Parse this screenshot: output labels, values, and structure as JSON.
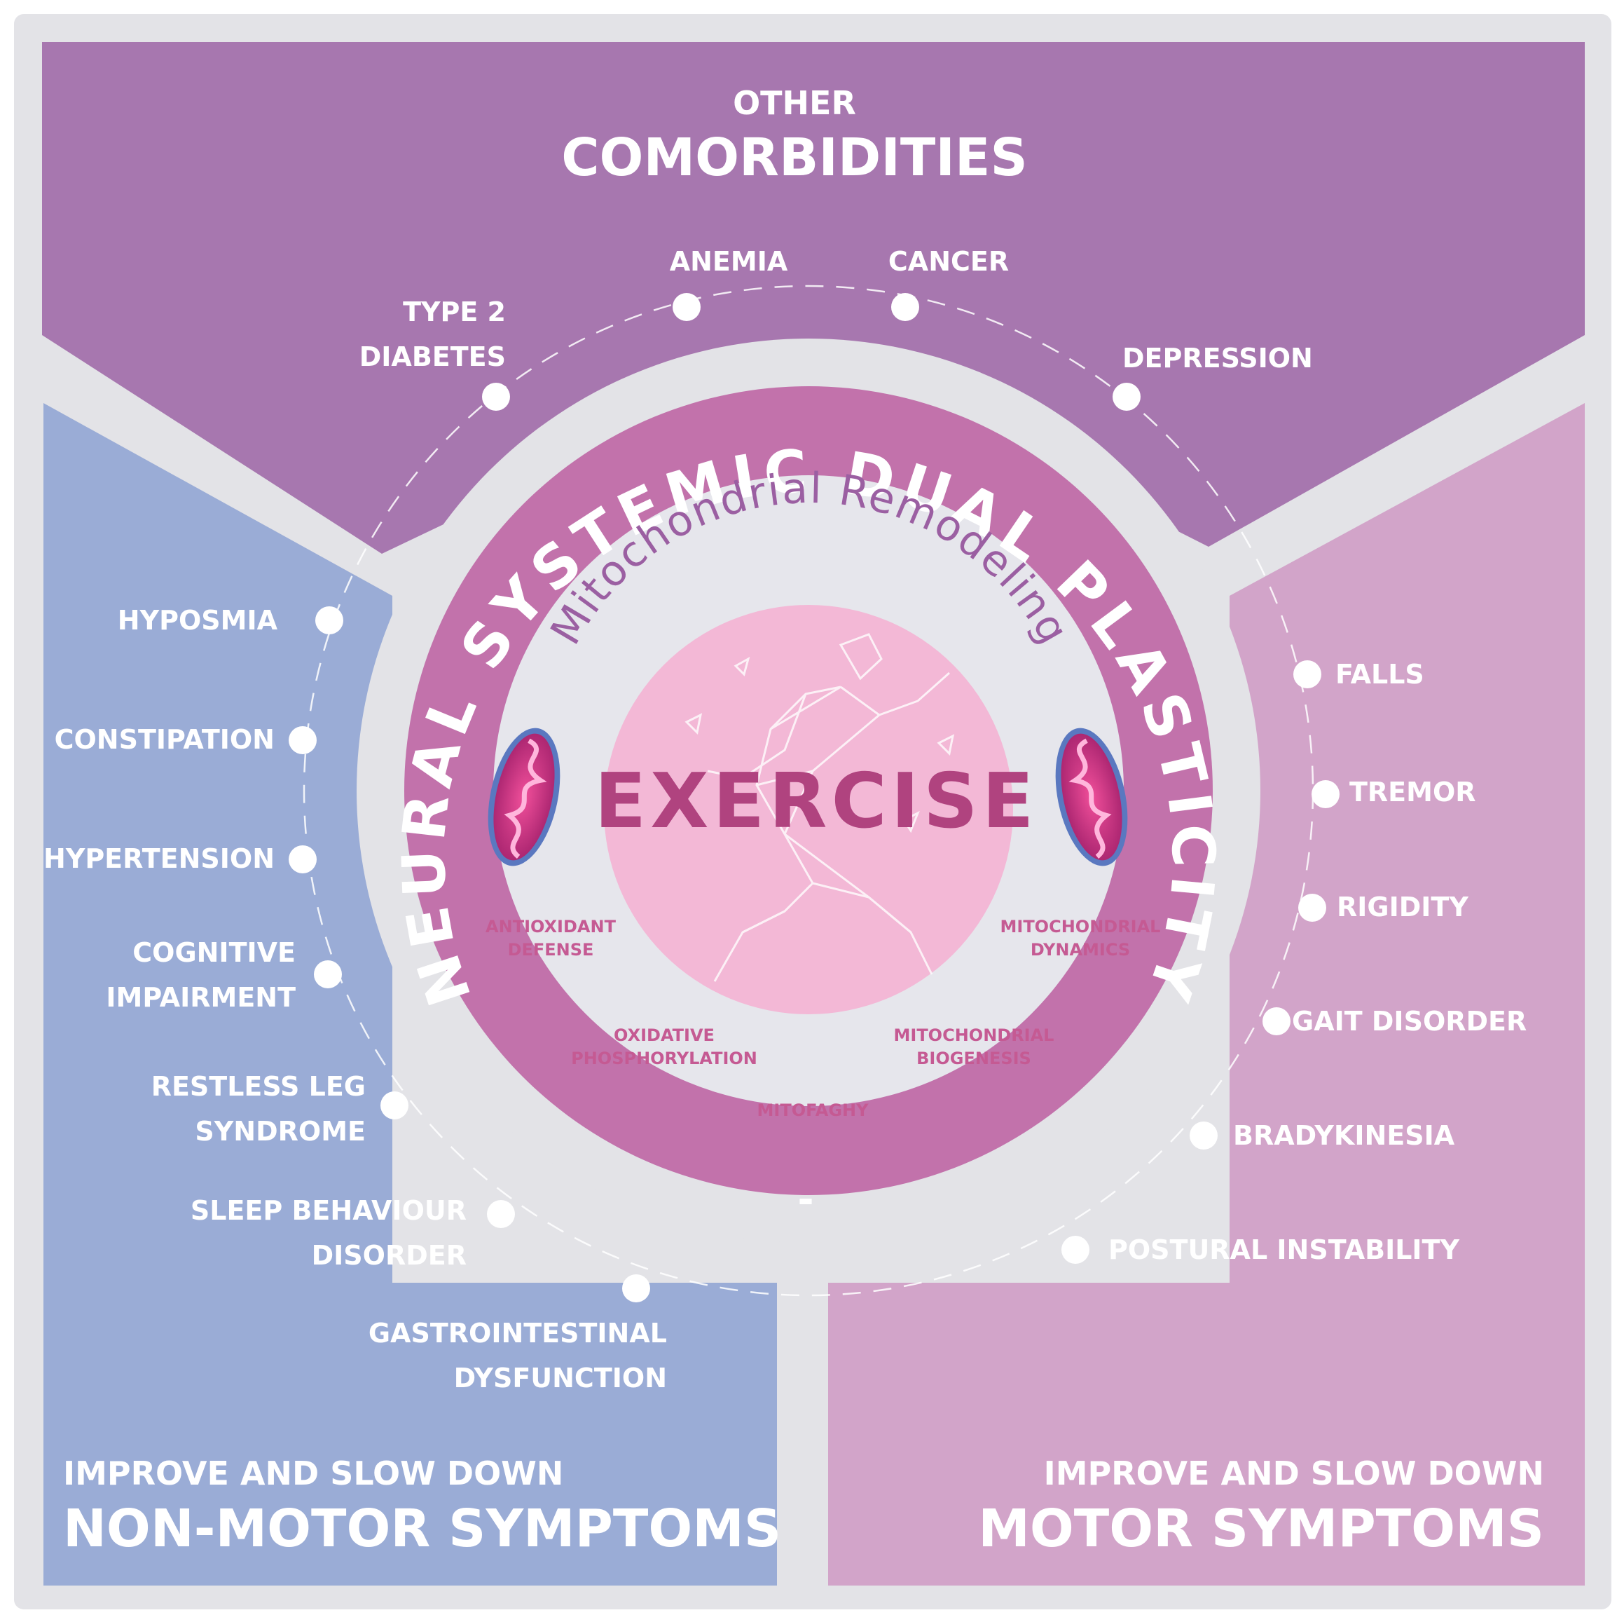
{
  "colors": {
    "frame": "#e3e3e7",
    "top": "#a777af",
    "left": "#9aacd6",
    "right": "#d2a4c9",
    "ring": "#c272ab",
    "inner": "#e6e6ec",
    "core": "#f3b8d6",
    "exercise": "#b0437f",
    "remodel": "#9b5fa2",
    "mech": "#c55a93",
    "white": "#ffffff"
  },
  "top_panel": {
    "subtitle": "OTHER",
    "title": "COMORBIDITIES"
  },
  "left_panel": {
    "subtitle": "IMPROVE AND SLOW DOWN",
    "title": "NON-MOTOR SYMPTOMS"
  },
  "right_panel": {
    "subtitle": "IMPROVE AND SLOW DOWN",
    "title": "MOTOR SYMPTOMS"
  },
  "comorbidities": [
    {
      "lines": [
        "TYPE 2",
        "DIABETES"
      ]
    },
    {
      "lines": [
        "ANEMIA"
      ]
    },
    {
      "lines": [
        "CANCER"
      ]
    },
    {
      "lines": [
        "DEPRESSION"
      ]
    }
  ],
  "non_motor": [
    {
      "lines": [
        "HYPOSMIA"
      ]
    },
    {
      "lines": [
        "CONSTIPATION"
      ]
    },
    {
      "lines": [
        "HYPERTENSION"
      ]
    },
    {
      "lines": [
        "COGNITIVE",
        "IMPAIRMENT"
      ]
    },
    {
      "lines": [
        "RESTLESS LEG",
        "SYNDROME"
      ]
    },
    {
      "lines": [
        "SLEEP  BEHAVIOUR",
        "DISORDER"
      ]
    },
    {
      "lines": [
        "GASTROINTESTINAL",
        "DYSFUNCTION"
      ]
    }
  ],
  "motor": [
    {
      "lines": [
        "FALLS"
      ]
    },
    {
      "lines": [
        "TREMOR"
      ]
    },
    {
      "lines": [
        "RIGIDITY"
      ]
    },
    {
      "lines": [
        "GAIT DISORDER"
      ]
    },
    {
      "lines": [
        "BRADYKINESIA"
      ]
    },
    {
      "lines": [
        "POSTURAL INSTABILITY"
      ]
    }
  ],
  "ring_title": "NEURAL SYSTEMIC DUAL PLASTICITY",
  "ring_bottom_mark": "-",
  "inner_arc_title": "Mitochondrial Remodeling",
  "center_label": "EXERCISE",
  "mechanisms": [
    {
      "lines": [
        "ANTIOXIDANT",
        "DEFENSE"
      ]
    },
    {
      "lines": [
        "MITOCHONDRIAL",
        "DYNAMICS"
      ]
    },
    {
      "lines": [
        "OXIDATIVE",
        "PHOSPHORYLATION"
      ]
    },
    {
      "lines": [
        "MITOCHONDRIAL",
        "BIOGENESIS"
      ]
    },
    {
      "lines": [
        "MITOFAGHY"
      ]
    }
  ],
  "icons": {
    "left_mito": "mitochondrion-icon",
    "right_mito": "mitochondrion-icon",
    "runner": "polygonal-runner-icon"
  }
}
